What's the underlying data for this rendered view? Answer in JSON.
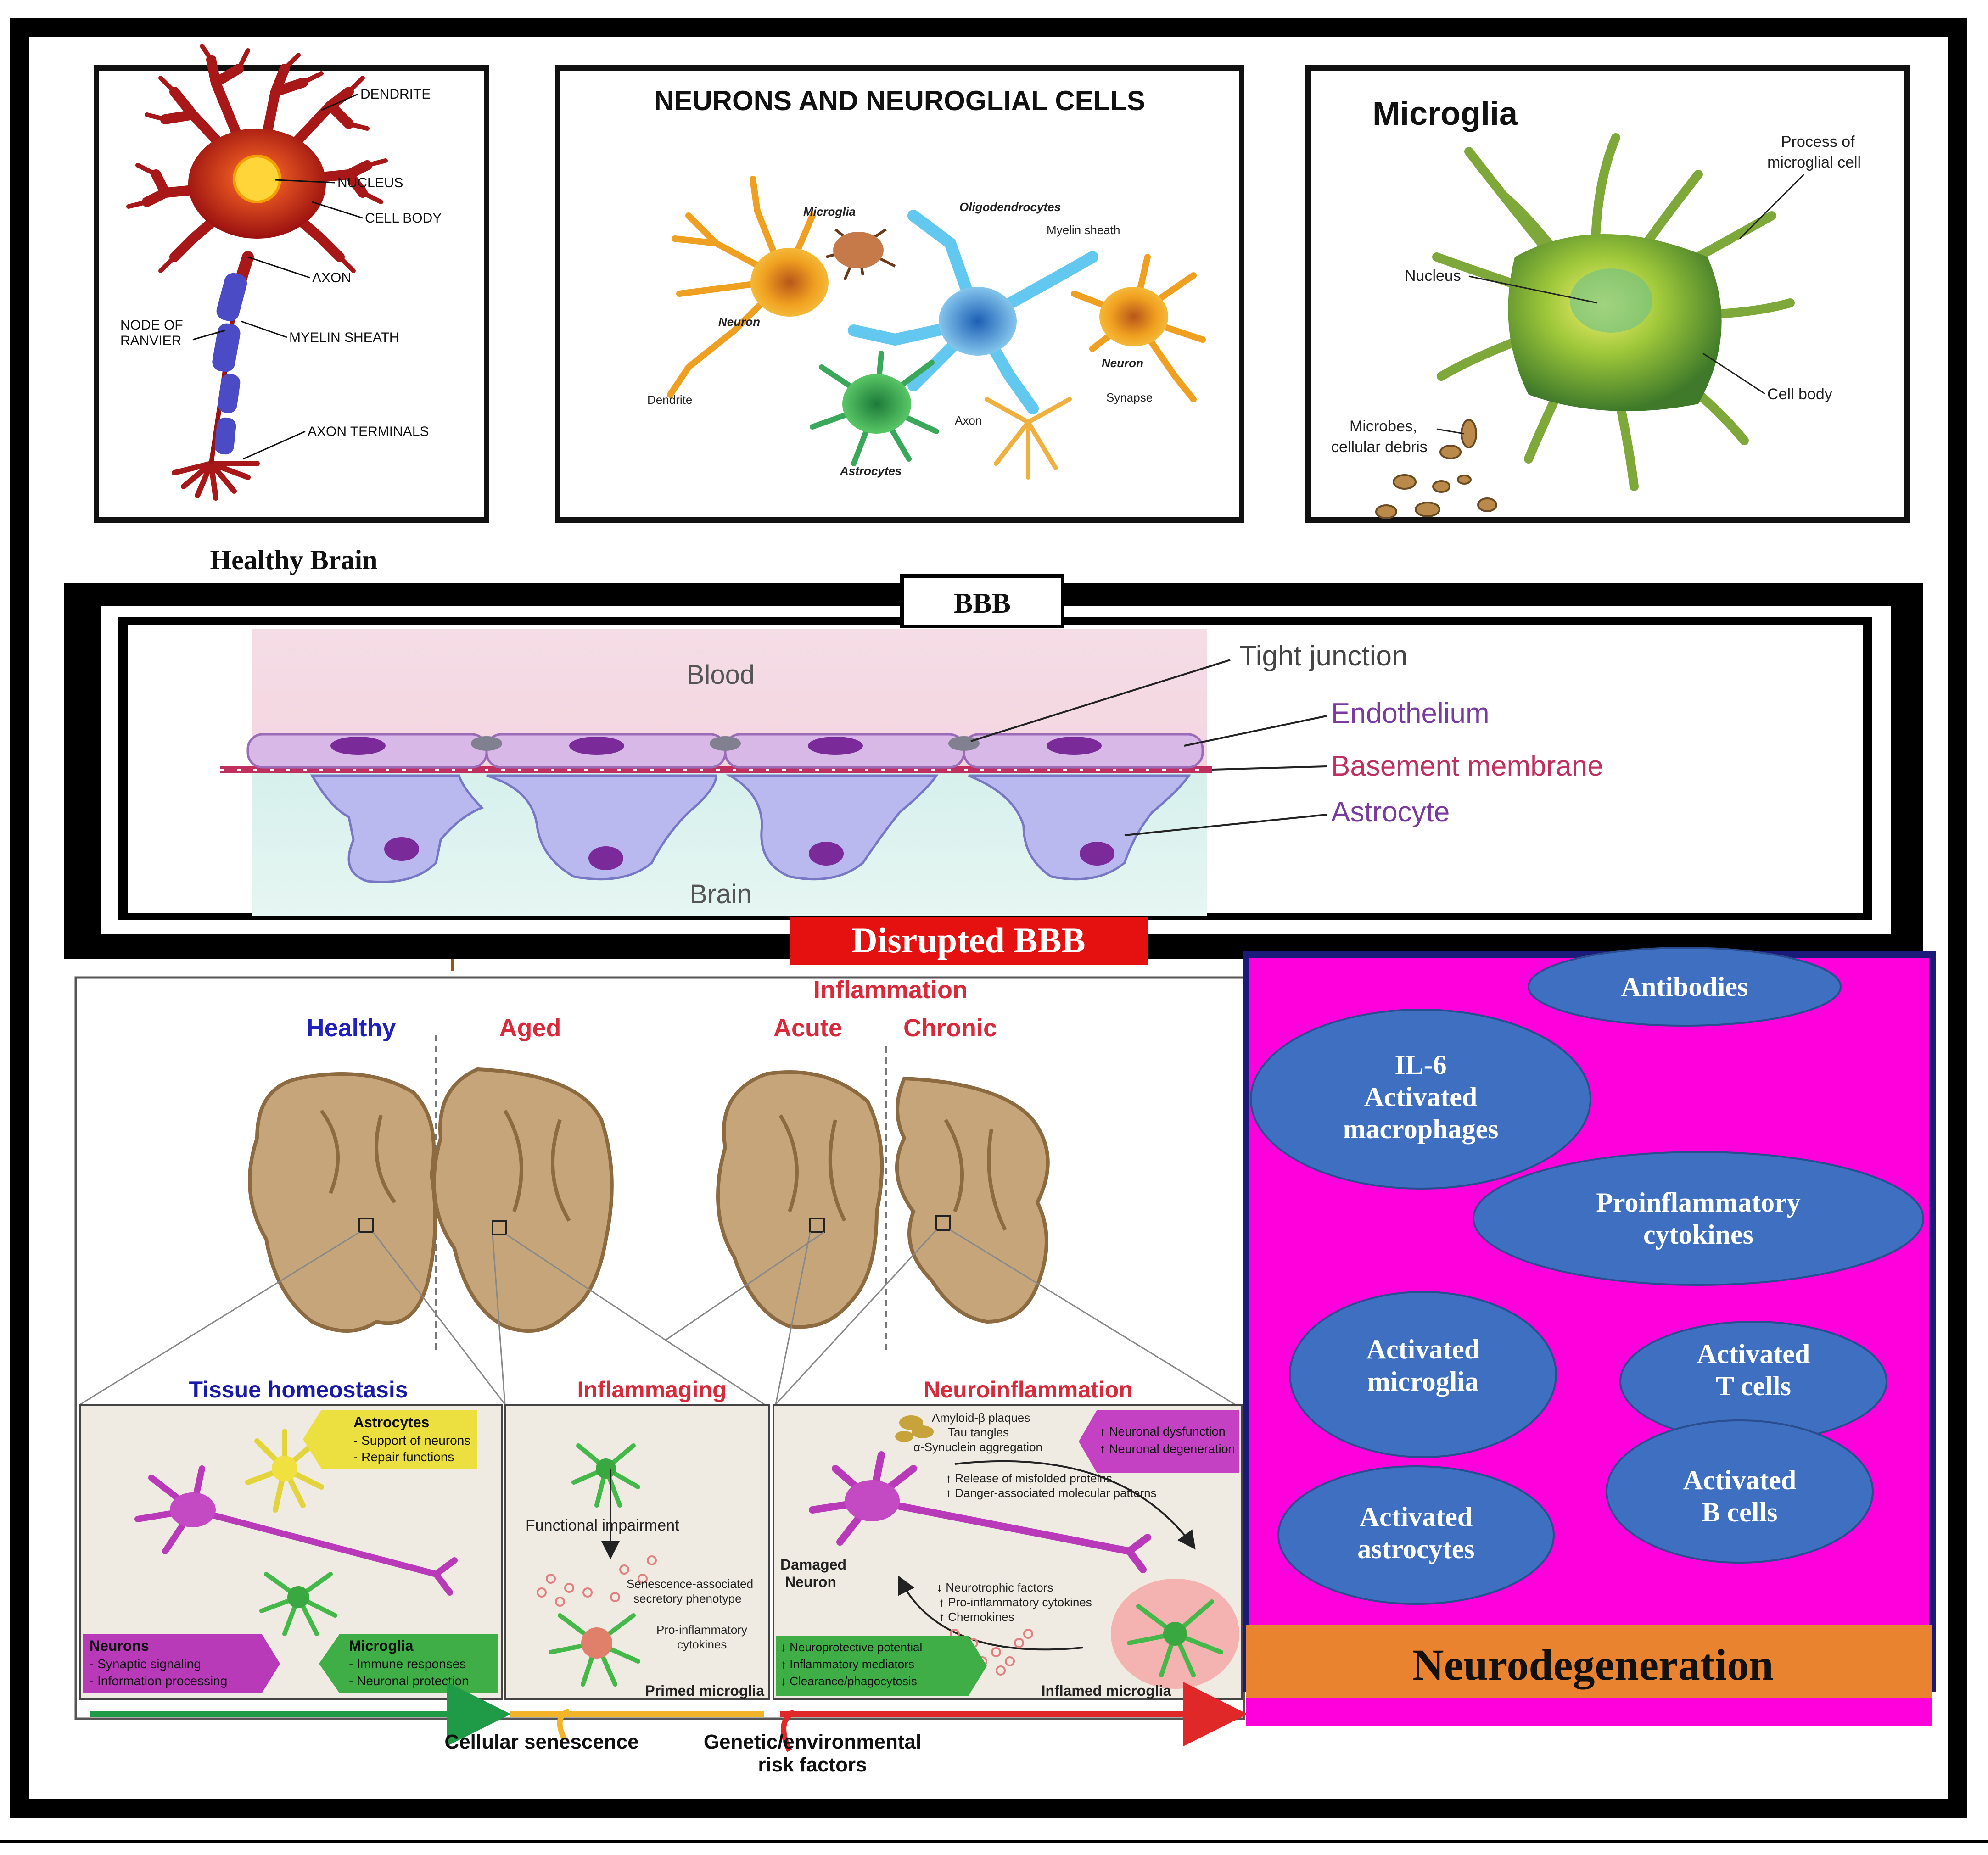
{
  "panels": {
    "neuron": {
      "labels": {
        "dendrite": "DENDRITE",
        "nucleus": "NUCLEUS",
        "cell_body": "CELL BODY",
        "axon": "AXON",
        "node_of_ranvier_1": "NODE OF",
        "node_of_ranvier_2": "RANVIER",
        "myelin_sheath": "MYELIN SHEATH",
        "axon_terminals": "AXON TERMINALS"
      },
      "caption": "Healthy Brain"
    },
    "glia": {
      "title": "NEURONS AND NEUROGLIAL CELLS",
      "labels": {
        "microglia": "Microglia",
        "oligodendrocytes": "Oligodendrocytes",
        "myelin_sheath": "Myelin sheath",
        "neuron_left": "Neuron",
        "neuron_right": "Neuron",
        "dendrite": "Dendrite",
        "axon": "Axon",
        "synapse": "Synapse",
        "astrocytes": "Astrocytes"
      }
    },
    "microglia": {
      "title": "Microglia",
      "labels": {
        "process_1": "Process of",
        "process_2": "microglial cell",
        "nucleus": "Nucleus",
        "cell_body": "Cell body",
        "microbes_1": "Microbes,",
        "microbes_2": "cellular debris"
      }
    }
  },
  "bbb": {
    "tab": "BBB",
    "blood": "Blood",
    "brain": "Brain",
    "labels": {
      "tight_junction": "Tight junction",
      "endothelium": "Endothelium",
      "basement_membrane": "Basement membrane",
      "astrocyte": "Astrocyte"
    },
    "disrupted": "Disrupted BBB",
    "colors": {
      "endothelium": "#d7b8e6",
      "astrocyte": "#b9b9ef",
      "nucleus": "#7b2a9a",
      "membrane": "#c0305f"
    }
  },
  "brains": {
    "inflammation": "Inflammation",
    "healthy": "Healthy",
    "aged": "Aged",
    "acute": "Acute",
    "chronic": "Chronic",
    "tissue_homeostasis": "Tissue homeostasis",
    "inflammaging": "Inflammaging",
    "neuroinflammation": "Neuroinflammation",
    "astrocytes_title": "Astrocytes",
    "astrocytes_1": "- Support of neurons",
    "astrocytes_2": "- Repair functions",
    "neurons_title": "Neurons",
    "neurons_1": "- Synaptic signaling",
    "neurons_2": "- Information processing",
    "microglia_title": "Microglia",
    "microglia_1": "- Immune responses",
    "microglia_2": "- Neuronal protection",
    "functional_impairment": "Functional impairment",
    "sasp_1": "Senescence-associated",
    "sasp_2": "secretory phenotype",
    "pro_1": "Pro-inflammatory",
    "pro_2": "cytokines",
    "primed_microglia": "Primed microglia",
    "amyloid": "Amyloid-β plaques",
    "tau": "Tau tangles",
    "synuclein": "α-Synuclein aggregation",
    "neuronal_dysfunction": "↑ Neuronal dysfunction",
    "neuronal_degeneration": "↑ Neuronal degeneration",
    "release_1": "↑ Release of misfolded proteins",
    "release_2": "↑ Danger-associated molecular patterns",
    "damaged_1": "Damaged",
    "damaged_2": "Neuron",
    "trophic_1": "↓ Neurotrophic factors",
    "trophic_2": "↑ Pro-inflammatory cytokines",
    "trophic_3": "↑ Chemokines",
    "green_1": "↓ Neuroprotective potential",
    "green_2": "↑ Inflammatory mediators",
    "green_3": "↓ Clearance/phagocytosis",
    "inflamed_microglia": "Inflamed microglia",
    "cellular_senescence": "Cellular senescence",
    "genetic_1": "Genetic/environmental",
    "genetic_2": "risk factors"
  },
  "neurodegeneration": {
    "antibodies": "Antibodies",
    "il6_1": "IL-6",
    "il6_2": "Activated",
    "il6_3": "macrophages",
    "proinflam_1": "Proinflammatory",
    "proinflam_2": "cytokines",
    "microglia_1": "Activated",
    "microglia_2": "microglia",
    "tcells_1": "Activated",
    "tcells_2": "T cells",
    "astro_1": "Activated",
    "astro_2": "astrocytes",
    "bcells_1": "Activated",
    "bcells_2": "B cells",
    "footer": "Neurodegeneration",
    "colors": {
      "background": "#ff00dd",
      "ellipse": "#3f6fc0",
      "footer": "#e9832f"
    }
  }
}
